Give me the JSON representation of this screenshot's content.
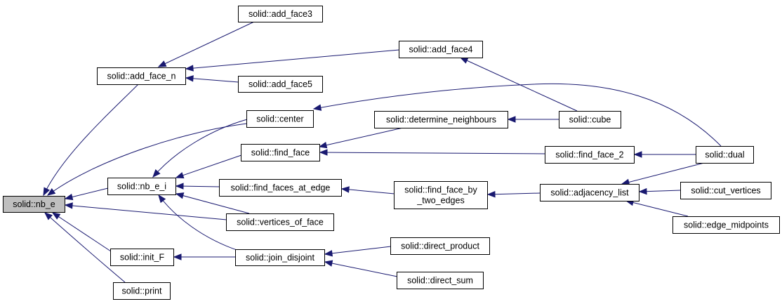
{
  "diagram": {
    "kind": "call-graph",
    "root": "nb_e",
    "colors": {
      "edge": "#191970",
      "node_fill": "#ffffff",
      "root_fill": "#bfbfbf",
      "border": "#000000"
    },
    "nodes": [
      {
        "id": "nb_e",
        "lines": [
          "solid::nb_e"
        ],
        "root": true
      },
      {
        "id": "add_face_n",
        "lines": [
          "solid::add_face_n"
        ]
      },
      {
        "id": "center",
        "lines": [
          "solid::center"
        ]
      },
      {
        "id": "nb_e_i",
        "lines": [
          "solid::nb_e_i"
        ]
      },
      {
        "id": "vertices_of_face",
        "lines": [
          "solid::vertices_of_face"
        ]
      },
      {
        "id": "init_F",
        "lines": [
          "solid::init_F"
        ]
      },
      {
        "id": "print",
        "lines": [
          "solid::print"
        ]
      },
      {
        "id": "add_face3",
        "lines": [
          "solid::add_face3"
        ]
      },
      {
        "id": "add_face4",
        "lines": [
          "solid::add_face4"
        ]
      },
      {
        "id": "add_face5",
        "lines": [
          "solid::add_face5"
        ]
      },
      {
        "id": "find_face",
        "lines": [
          "solid::find_face"
        ]
      },
      {
        "id": "find_faces_at_edge",
        "lines": [
          "solid::find_faces_at_edge"
        ]
      },
      {
        "id": "join_disjoint",
        "lines": [
          "solid::join_disjoint"
        ]
      },
      {
        "id": "determine_neighbours",
        "lines": [
          "solid::determine_neighbours"
        ]
      },
      {
        "id": "find_face_by_two_edges",
        "lines": [
          "solid::find_face_by",
          "_two_edges"
        ]
      },
      {
        "id": "direct_product",
        "lines": [
          "solid::direct_product"
        ]
      },
      {
        "id": "direct_sum",
        "lines": [
          "solid::direct_sum"
        ]
      },
      {
        "id": "cube",
        "lines": [
          "solid::cube"
        ]
      },
      {
        "id": "find_face_2",
        "lines": [
          "solid::find_face_2"
        ]
      },
      {
        "id": "adjacency_list",
        "lines": [
          "solid::adjacency_list"
        ]
      },
      {
        "id": "dual",
        "lines": [
          "solid::dual"
        ]
      },
      {
        "id": "cut_vertices",
        "lines": [
          "solid::cut_vertices"
        ]
      },
      {
        "id": "edge_midpoints",
        "lines": [
          "solid::edge_midpoints"
        ]
      }
    ],
    "edges": [
      {
        "from": "add_face_n",
        "to": "nb_e"
      },
      {
        "from": "center",
        "to": "nb_e"
      },
      {
        "from": "nb_e_i",
        "to": "nb_e"
      },
      {
        "from": "vertices_of_face",
        "to": "nb_e"
      },
      {
        "from": "init_F",
        "to": "nb_e"
      },
      {
        "from": "print",
        "to": "nb_e"
      },
      {
        "from": "add_face3",
        "to": "add_face_n"
      },
      {
        "from": "add_face4",
        "to": "add_face_n"
      },
      {
        "from": "add_face5",
        "to": "add_face_n"
      },
      {
        "from": "center",
        "to": "nb_e_i"
      },
      {
        "from": "find_face",
        "to": "nb_e_i"
      },
      {
        "from": "find_faces_at_edge",
        "to": "nb_e_i"
      },
      {
        "from": "vertices_of_face",
        "to": "nb_e_i"
      },
      {
        "from": "join_disjoint",
        "to": "nb_e_i"
      },
      {
        "from": "join_disjoint",
        "to": "init_F"
      },
      {
        "from": "dual",
        "to": "center"
      },
      {
        "from": "cube",
        "to": "add_face4"
      },
      {
        "from": "determine_neighbours",
        "to": "find_face"
      },
      {
        "from": "find_face_2",
        "to": "find_face"
      },
      {
        "from": "find_face_by_two_edges",
        "to": "find_faces_at_edge"
      },
      {
        "from": "direct_product",
        "to": "join_disjoint"
      },
      {
        "from": "direct_sum",
        "to": "join_disjoint"
      },
      {
        "from": "cube",
        "to": "determine_neighbours"
      },
      {
        "from": "adjacency_list",
        "to": "find_face_by_two_edges"
      },
      {
        "from": "dual",
        "to": "find_face_2"
      },
      {
        "from": "dual",
        "to": "adjacency_list"
      },
      {
        "from": "cut_vertices",
        "to": "adjacency_list"
      },
      {
        "from": "edge_midpoints",
        "to": "adjacency_list"
      }
    ]
  }
}
